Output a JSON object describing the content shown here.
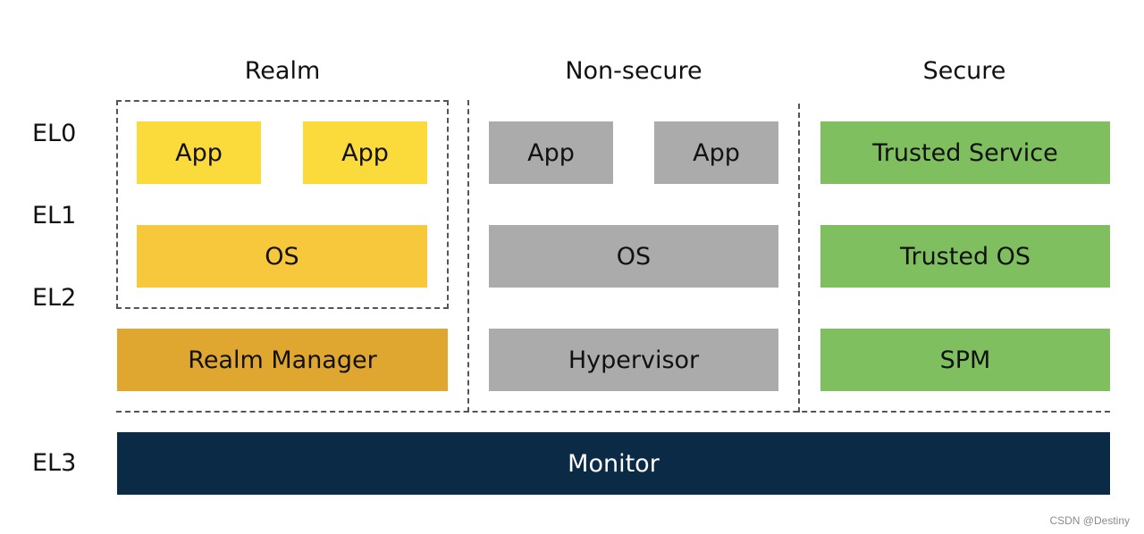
{
  "columns": {
    "realm": "Realm",
    "non_secure": "Non-secure",
    "secure": "Secure"
  },
  "exception_levels": {
    "el0": "EL0",
    "el1": "EL1",
    "el2": "EL2",
    "el3": "EL3"
  },
  "realm": {
    "app1": "App",
    "app2": "App",
    "os": "OS",
    "manager": "Realm Manager"
  },
  "non_secure": {
    "app1": "App",
    "app2": "App",
    "os": "OS",
    "hypervisor": "Hypervisor"
  },
  "secure": {
    "trusted_service": "Trusted Service",
    "trusted_os": "Trusted OS",
    "spm": "SPM"
  },
  "monitor": "Monitor",
  "watermark": "CSDN @Destiny",
  "colors": {
    "realm_app": "#fbdb3b",
    "realm_os": "#f7c83b",
    "realm_manager": "#dfa72f",
    "non_secure": "#ababab",
    "secure": "#7fbf5f",
    "monitor": "#0b2a46"
  }
}
